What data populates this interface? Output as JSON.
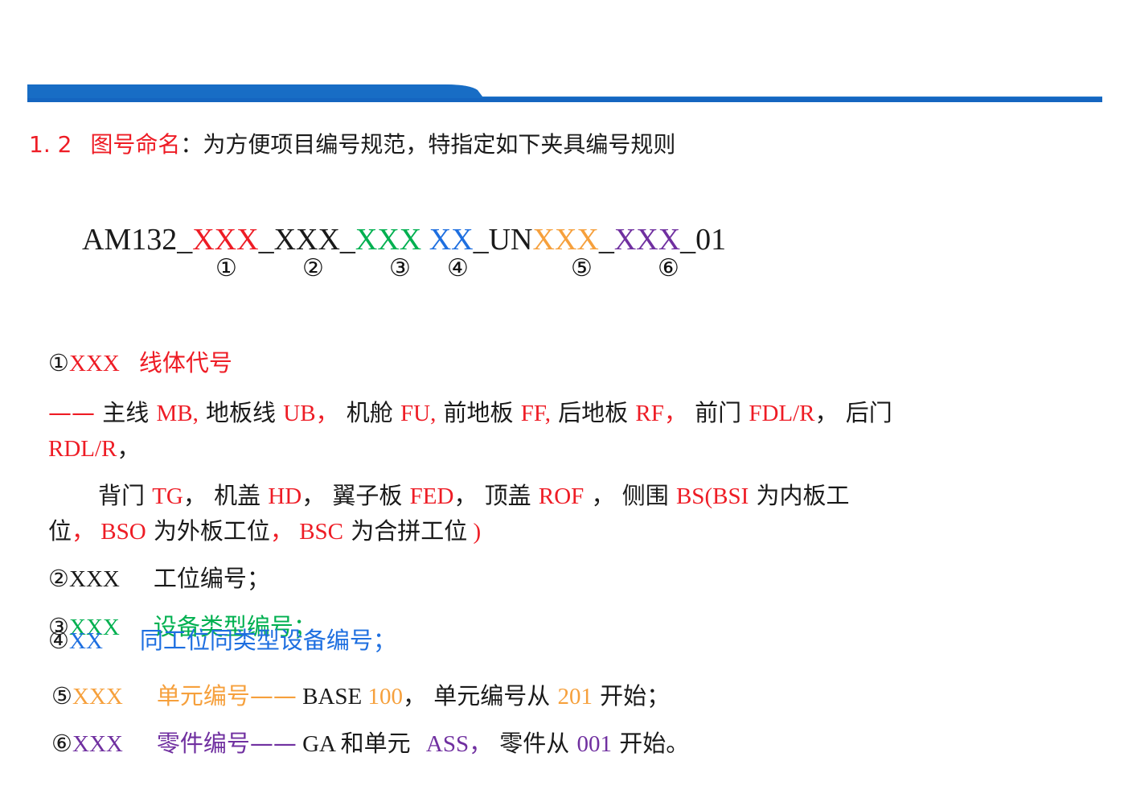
{
  "header": {
    "bar_color": "#1565c0",
    "bar_shade": "#0d47a1"
  },
  "section": {
    "number": "1. 2",
    "title": "图号命名",
    "desc": "：为方便项目编号规范，特指定如下夹具编号规则"
  },
  "code": {
    "prefix": "AM132_",
    "seg1": "XXX",
    "sep1": "_",
    "seg2": "XXX",
    "sep2": "_",
    "seg3": "XXX",
    "space3": " ",
    "seg4": "XX",
    "sep4": "_UN",
    "seg5": "XXX",
    "sep5": "_",
    "seg6": "XXX",
    "suffix": "_01",
    "markers": [
      "①",
      "②",
      "③",
      "④",
      "⑤",
      "⑥"
    ]
  },
  "items": {
    "i1": {
      "num": "①",
      "code": "XXX",
      "label": "线体代号"
    },
    "i1_line": {
      "dash": "——",
      "a": " 主线 ",
      "mb": "MB,",
      "b": " 地板线 ",
      "ub": "UB，",
      "c": " 机舱 ",
      "fu": "FU,",
      "d": " 前地板 ",
      "ff": "FF,",
      "e": " 后地板 ",
      "rf": "RF，",
      "f": " 前门 ",
      "fdl": "FDL/R",
      "g": "， 后门",
      "rdl": "RDL/R",
      "h": "，"
    },
    "i1_line2": {
      "a": "背门 ",
      "tg": "TG",
      "b": "， 机盖 ",
      "hd": "HD",
      "c": "， 翼子板 ",
      "fed": "FED",
      "d": "， 顶盖 ",
      "rof": "ROF",
      "e": " ， 侧围 ",
      "bs": "BS(BSI",
      "f": " 为内板工"
    },
    "i1_line3": {
      "a": "位",
      "comma1": "，",
      "bso": " BSO",
      "b": " 为外板工位",
      "comma2": "，",
      "bsc": " BSC",
      "c": " 为合拼工位",
      "close": " )"
    },
    "i2": {
      "num": "②",
      "code": "XXX",
      "label": "工位编号；"
    },
    "i3": {
      "num": "③",
      "code": "XXX",
      "label": "设备类型编号；"
    },
    "i4": {
      "num": "④",
      "code": "XX",
      "label": "同工位同类型设备编号；"
    },
    "i5": {
      "num": "⑤",
      "code": "XXX",
      "label": "单元编号——",
      "base": " BASE ",
      "base_num": "100",
      "mid": "， 单元编号从 ",
      "start_num": "201",
      "end": " 开始；"
    },
    "i6": {
      "num": "⑥",
      "code": "XXX",
      "label": "零件编号——",
      "ga": " GA ",
      "mid": "和单元 ",
      "ass": "ASS",
      "comma": "，",
      "mid2": " 零件从 ",
      "start_num": "001",
      "end": " 开始。"
    }
  }
}
